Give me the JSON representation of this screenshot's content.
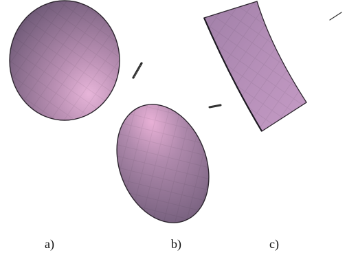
{
  "labels": {
    "a": "a)",
    "b": "b)",
    "c": "c)"
  },
  "colors": {
    "surface_dark": "#6f5a78",
    "surface_mid": "#9a7fa3",
    "surface_light": "#d9a8cf",
    "edge": "#2e2630",
    "background": "#ffffff"
  }
}
